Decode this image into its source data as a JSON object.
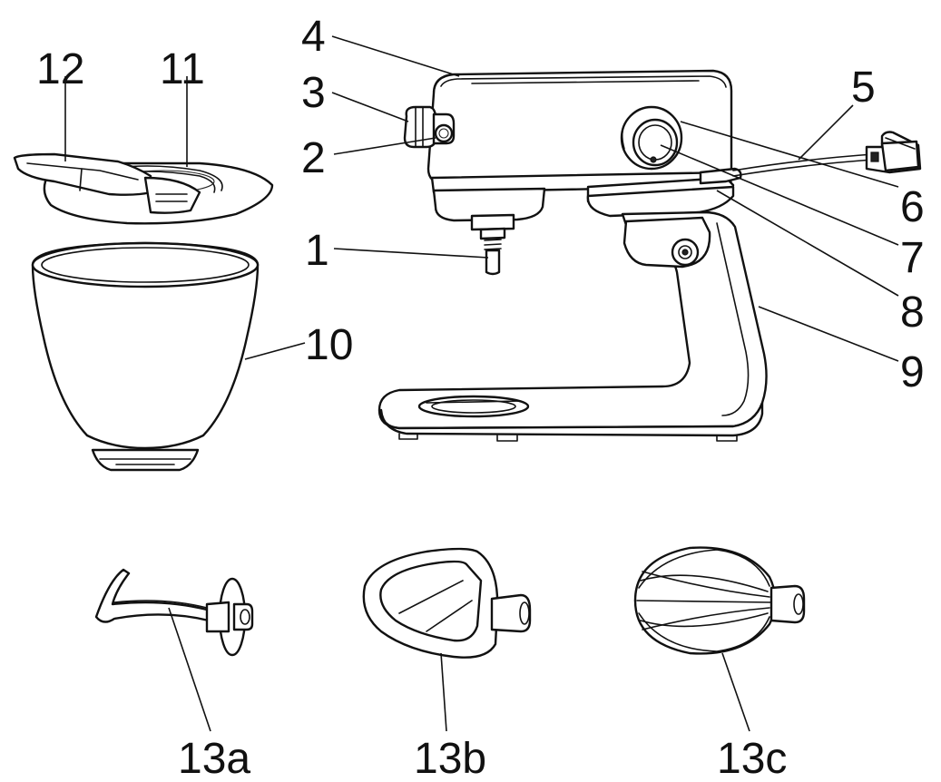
{
  "labels": {
    "l1": "1",
    "l2": "2",
    "l3": "3",
    "l4": "4",
    "l5": "5",
    "l6": "6",
    "l7": "7",
    "l8": "8",
    "l9": "9",
    "l10": "10",
    "l11": "11",
    "l12": "12",
    "l13a": "13a",
    "l13b": "13b",
    "l13c": "13c"
  },
  "colors": {
    "line": "#111111",
    "background": "#ffffff"
  }
}
